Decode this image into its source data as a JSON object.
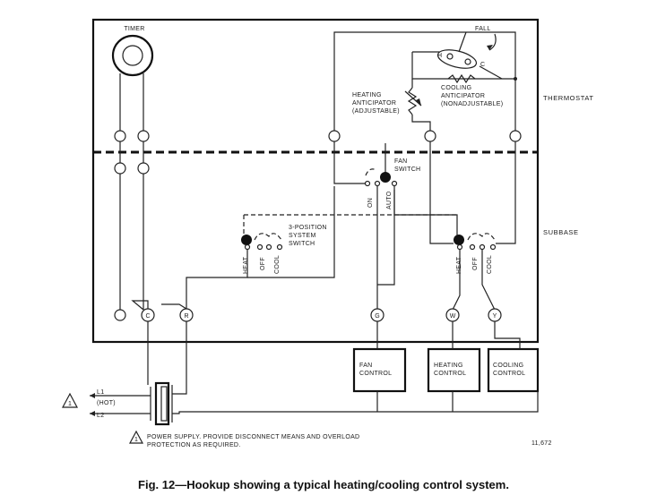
{
  "timer_label": "TIMER",
  "fall_label": "FALL",
  "heating_anticipator": [
    "HEATING",
    "ANTICIPATOR",
    "(ADJUSTABLE)"
  ],
  "cooling_anticipator": [
    "COOLING",
    "ANTICIPATOR",
    "(NONADJUSTABLE)"
  ],
  "bulb_h": "H",
  "bulb_c": "C",
  "thermostat_label": "THERMOSTAT",
  "subbase_label": "SUBBASE",
  "fan_switch": [
    "FAN",
    "SWITCH"
  ],
  "fan_positions": [
    "ON",
    "AUTO"
  ],
  "system_switch": [
    "3-POSITION",
    "SYSTEM",
    "SWITCH"
  ],
  "system_positions": [
    "HEAT",
    "OFF",
    "COOL"
  ],
  "terminals": {
    "c": "C",
    "r": "R",
    "g": "G",
    "w": "W",
    "y": "Y"
  },
  "fan_control": [
    "FAN",
    "CONTROL"
  ],
  "heating_control": [
    "HEATING",
    "CONTROL"
  ],
  "cooling_control": [
    "COOLING",
    "CONTROL"
  ],
  "l1": "L1",
  "hot": "(HOT)",
  "l2": "L2",
  "warning_symbol": "1",
  "power_note": [
    "POWER SUPPLY. PROVIDE DISCONNECT MEANS AND OVERLOAD",
    "PROTECTION AS REQUIRED."
  ],
  "figure_number": "11,672",
  "caption": "Fig. 12—Hookup showing a typical heating/cooling control system."
}
